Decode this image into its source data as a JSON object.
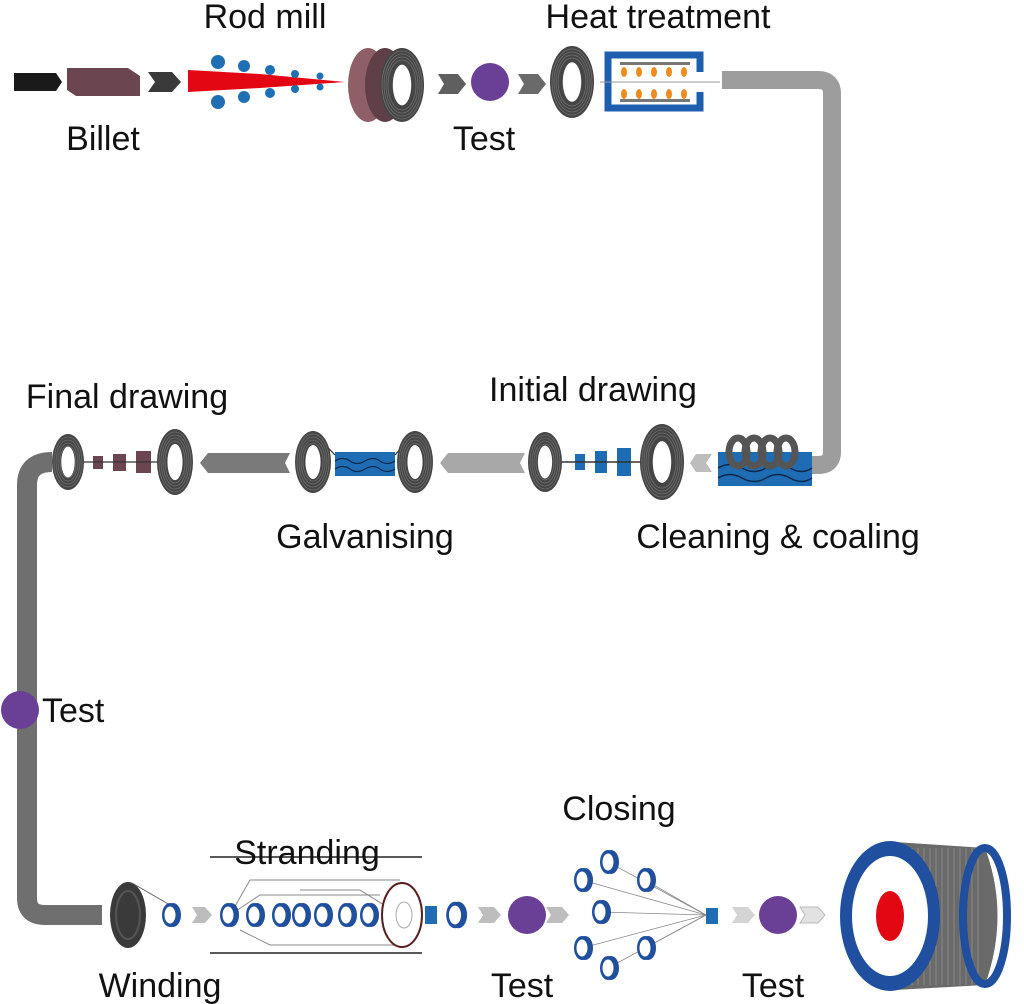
{
  "labels": {
    "rod_mill": "Rod mill",
    "heat_treatment": "Heat treatment",
    "billet": "Billet",
    "test_top": "Test",
    "final_drawing": "Final drawing",
    "initial_drawing": "Initial drawing",
    "galvanising": "Galvanising",
    "cleaning": "Cleaning & coaling",
    "test_left": "Test",
    "stranding": "Stranding",
    "closing": "Closing",
    "winding": "Winding",
    "test_bottom_1": "Test",
    "test_bottom_2": "Test"
  },
  "colors": {
    "billet": "#6b4650",
    "rod": "#e30613",
    "roller": "#1f6fb5",
    "test": "#6a3f96",
    "bath": "#1e6db4",
    "frame_blue": "#1d5fae",
    "coil": "#4a4a4a",
    "pipe": "#9a9a9a",
    "flame": "#f08a1c",
    "reel_blue": "#1f4f9e",
    "reel_core": "#e30613"
  }
}
